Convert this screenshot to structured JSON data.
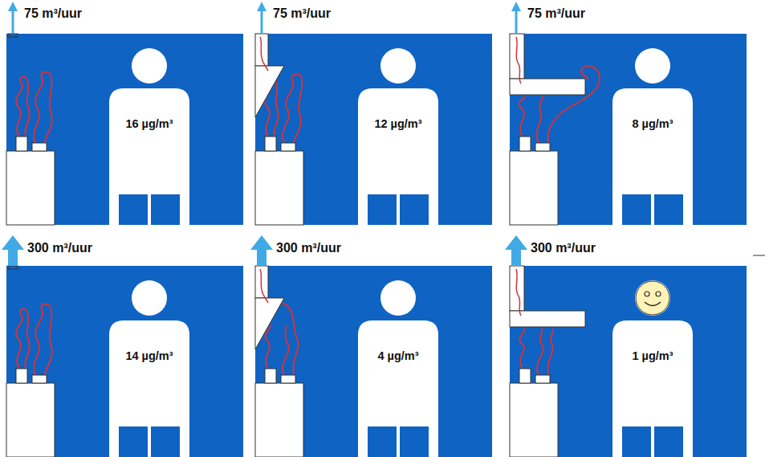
{
  "diagram": {
    "nodes": [
      {
        "text": [
          "16 µg/m³"
        ]
      },
      {
        "text": [
          "12 µg/m³"
        ]
      },
      {
        "text": [
          "8 µg/m³"
        ]
      },
      {
        "text": [
          "14 µg/m³"
        ]
      },
      {
        "text": [
          "4 µg/m³"
        ]
      },
      {
        "text": [
          "1 µg/m³"
        ]
      }
    ],
    "labels": [
      "75 m³/uur",
      "75 m³/uur",
      "75 m³/uur",
      "300 m³/uur",
      "300 m³/uur",
      "300 m³/uur"
    ]
  }
}
